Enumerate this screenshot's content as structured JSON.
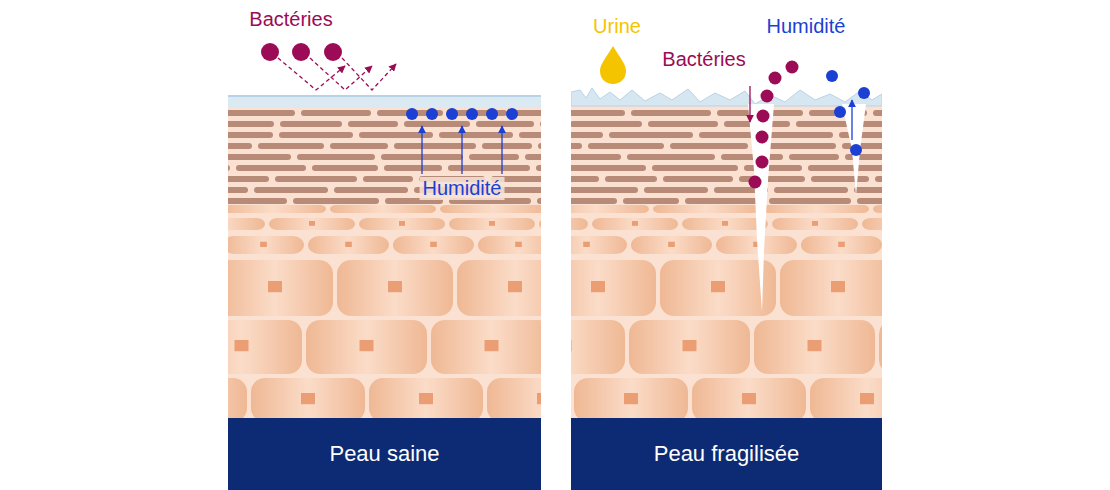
{
  "diagram": {
    "nodes": [
      {
        "text": [
          "Peau saine"
        ]
      },
      {
        "text": [
          "Peau fragilisée"
        ]
      }
    ],
    "labels": [
      "Bactéries",
      "Humidité",
      "Urine",
      "Bactéries",
      "Humidité"
    ]
  }
}
